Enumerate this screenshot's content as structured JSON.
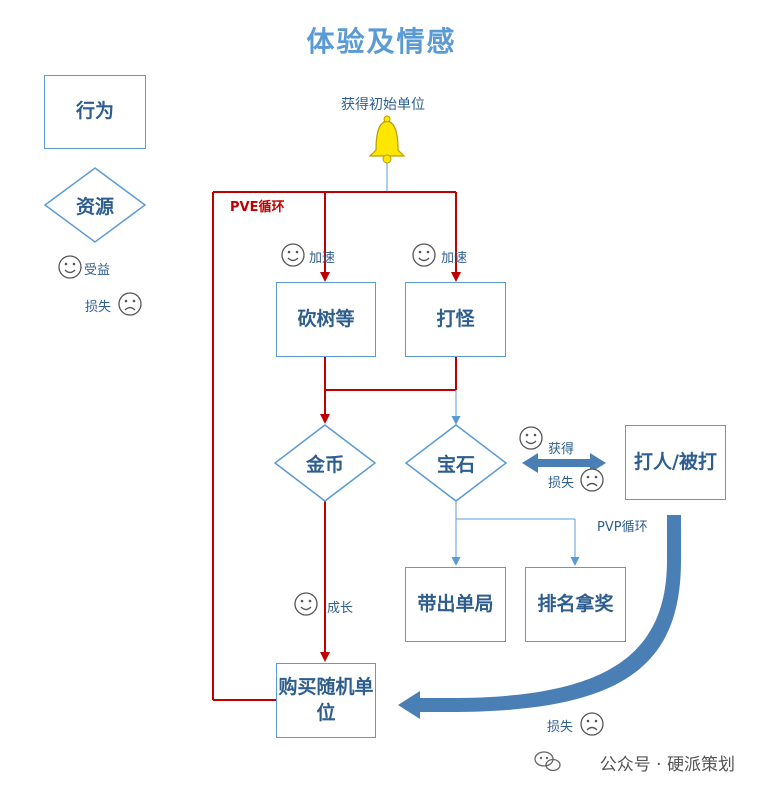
{
  "title": "体验及情感",
  "legend": {
    "behavior": "行为",
    "resource": "资源",
    "gain": "受益",
    "loss": "损失"
  },
  "nodes": {
    "start": "获得初始单位",
    "chop": "砍树等",
    "fight": "打怪",
    "gold": "金币",
    "gem": "宝石",
    "carry_out": "带出单局",
    "ranking": "排名拿奖",
    "pvp": "打人/被打",
    "buy": "购买随机单位"
  },
  "labels": {
    "pve_loop": "PVE循环",
    "speed_up_1": "加速",
    "speed_up_2": "加速",
    "growth": "成长",
    "obtain": "获得",
    "lose_1": "损失",
    "pvp_loop": "PVP循环",
    "lose_2": "损失"
  },
  "colors": {
    "blue": "#5b9bd5",
    "text_blue": "#2e5e8e",
    "red": "#c00000",
    "bell": "#ffe600",
    "thick_arrow": "#4a7fb5"
  },
  "watermark": "公众号 · 硬派策划"
}
